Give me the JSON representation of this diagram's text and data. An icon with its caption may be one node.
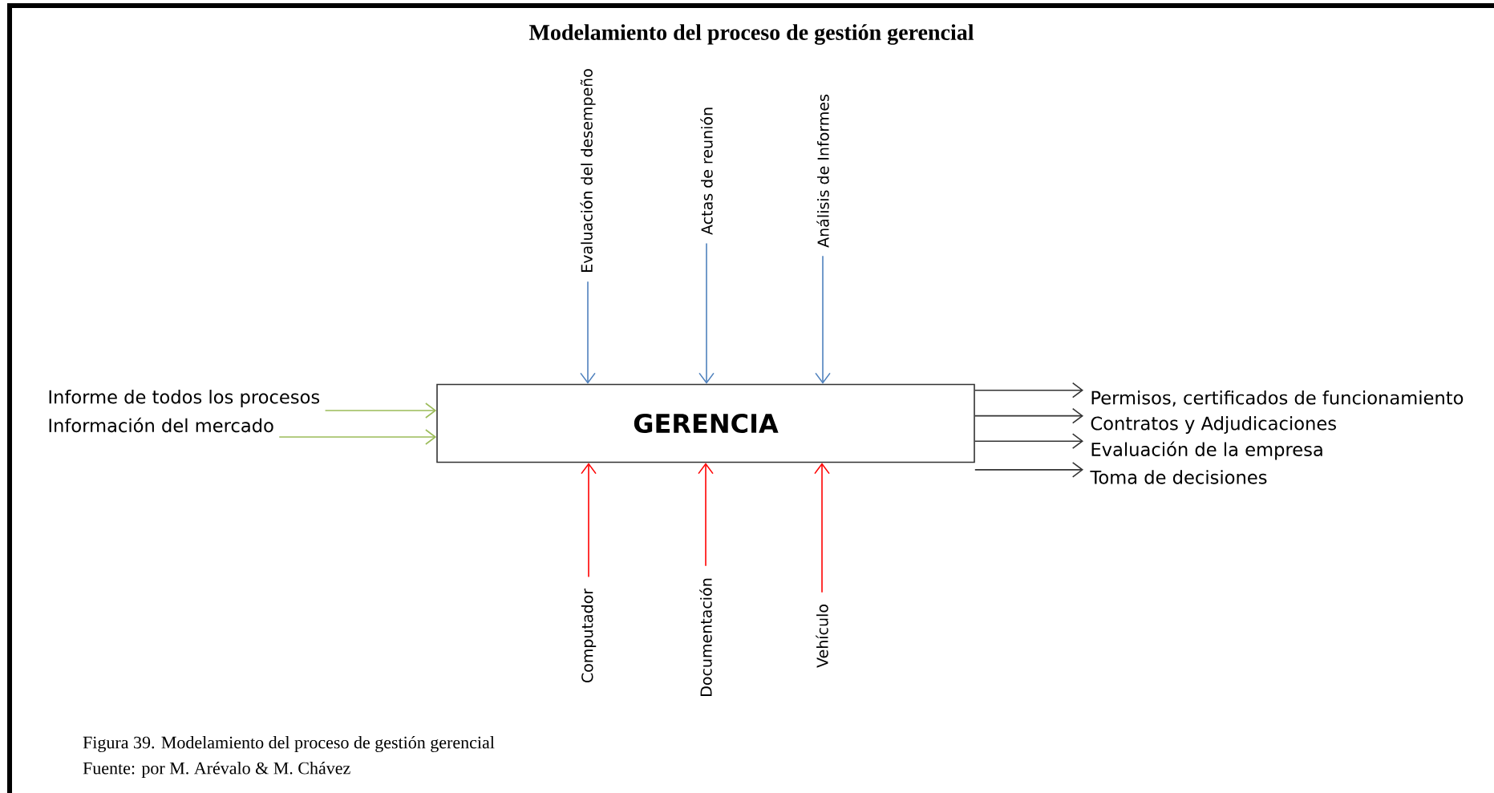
{
  "diagram": {
    "title": "Modelamiento del proceso de gestión gerencial",
    "caption": "Figura 39. Modelamiento del proceso de gestión gerencial",
    "nodes": [
      {
        "text": [
          "GERENCIA"
        ]
      },
      {
        "text": [
          "Informe de todos los procesos"
        ]
      },
      {
        "text": [
          "Información del mercado"
        ]
      },
      {
        "text": [
          "Evaluación del desempeño"
        ]
      },
      {
        "text": [
          "Actas de reunión"
        ]
      },
      {
        "text": [
          "Análisis de Informes"
        ]
      },
      {
        "text": [
          "Computador"
        ]
      },
      {
        "text": [
          "Documentación"
        ]
      },
      {
        "text": [
          "Vehículo"
        ]
      },
      {
        "text": [
          "Permisos, certificados de funcionamiento"
        ]
      },
      {
        "text": [
          "Contratos y Adjudicaciones"
        ]
      },
      {
        "text": [
          "Evaluación de la empresa"
        ]
      },
      {
        "text": [
          "Toma de decisiones"
        ]
      }
    ],
    "edges": [
      {
        "from": 1,
        "to": 0,
        "arrow": "to",
        "color": "#9bbb59"
      },
      {
        "from": 2,
        "to": 0,
        "arrow": "to",
        "color": "#9bbb59"
      },
      {
        "from": 3,
        "to": 0,
        "arrow": "to",
        "color": "#4f81bd"
      },
      {
        "from": 4,
        "to": 0,
        "arrow": "to",
        "color": "#4f81bd"
      },
      {
        "from": 5,
        "to": 0,
        "arrow": "to",
        "color": "#4f81bd"
      },
      {
        "from": 6,
        "to": 0,
        "arrow": "to",
        "color": "#ff0000"
      },
      {
        "from": 7,
        "to": 0,
        "arrow": "to",
        "color": "#ff0000"
      },
      {
        "from": 8,
        "to": 0,
        "arrow": "to",
        "color": "#ff0000"
      },
      {
        "from": 0,
        "to": 9,
        "arrow": "to"
      },
      {
        "from": 0,
        "to": 10,
        "arrow": "to"
      },
      {
        "from": 0,
        "to": 11,
        "arrow": "to"
      },
      {
        "from": 0,
        "to": 12,
        "arrow": "to"
      }
    ],
    "labels": [
      "Fuente: por M. Arévalo & M. Chávez"
    ]
  }
}
